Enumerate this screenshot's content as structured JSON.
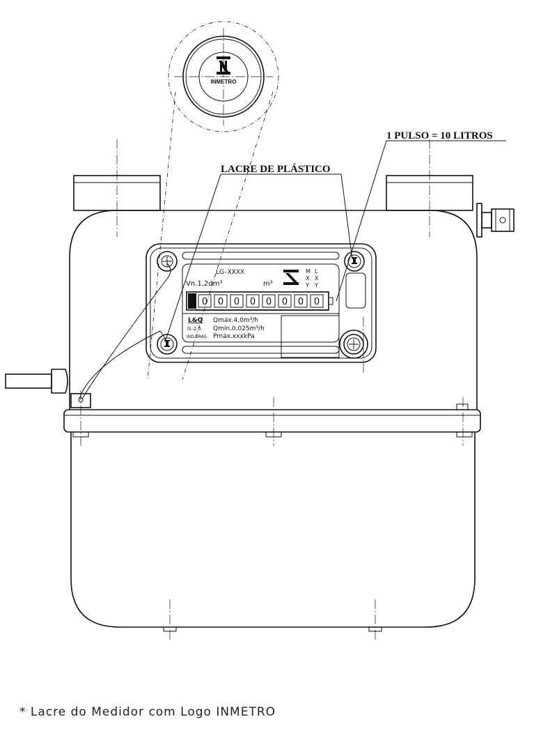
{
  "callouts": {
    "pulse": "1 PULSO = 10 LITROS",
    "seal": "LACRE DE PLÁSTICO"
  },
  "seal_logo_text": "INMETRO",
  "nameplate": {
    "model": "LG–XXXX",
    "volume": "Vn.1,2dm³",
    "unit": "m³",
    "codes": [
      "M",
      "L",
      "X",
      "X",
      "Y",
      "Y"
    ],
    "digits": [
      "0",
      "0",
      "0",
      "0",
      "0",
      "0",
      "0",
      "0"
    ],
    "brand": "L&Q",
    "class": "G–2.5",
    "origin": "IND.BRAS.",
    "qmax": "Qmáx.4,0m³/h",
    "qmin": "Qmín.0,025m³/h",
    "pmax": "Pmáx.xxxkPa"
  },
  "caption": "* Lacre do Medidor com Logo INMETRO"
}
